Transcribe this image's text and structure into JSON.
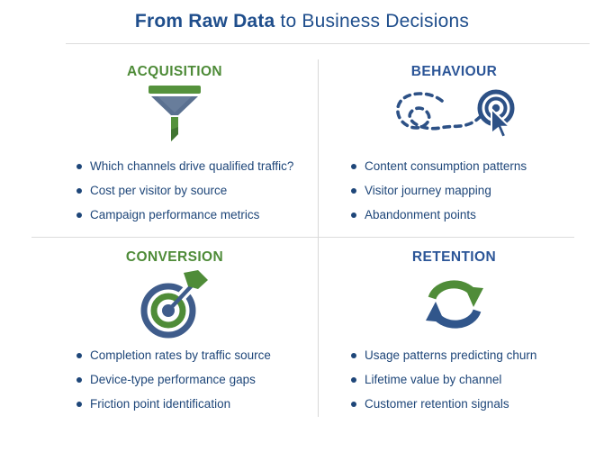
{
  "title": {
    "bold": "From Raw Data",
    "rest": " to Business Decisions"
  },
  "colors": {
    "title_blue": "#1f4e8c",
    "heading_blue": "#2b5597",
    "heading_green": "#4e8b38",
    "body_navy": "#1e4679",
    "icon_blue": "#2d5186",
    "icon_green": "#4f8c38",
    "funnel_slate": "#5a7090",
    "divider_gray": "#dcdcdc"
  },
  "quadrants": [
    {
      "label": "ACQUISITION",
      "icon": "funnel-icon",
      "bullets": [
        "Which channels drive qualified traffic?",
        "Cost per visitor by source",
        "Campaign performance metrics"
      ]
    },
    {
      "label": "BEHAVIOUR",
      "icon": "journey-path-cursor-icon",
      "bullets": [
        "Content consumption patterns",
        "Visitor journey mapping",
        "Abandonment points"
      ]
    },
    {
      "label": "CONVERSION",
      "icon": "target-arrow-icon",
      "bullets": [
        "Completion rates by traffic source",
        "Device-type performance gaps",
        "Friction point identification"
      ]
    },
    {
      "label": "RETENTION",
      "icon": "cycle-arrows-icon",
      "bullets": [
        "Usage patterns predicting churn",
        "Lifetime value by channel",
        "Customer retention signals"
      ]
    }
  ]
}
